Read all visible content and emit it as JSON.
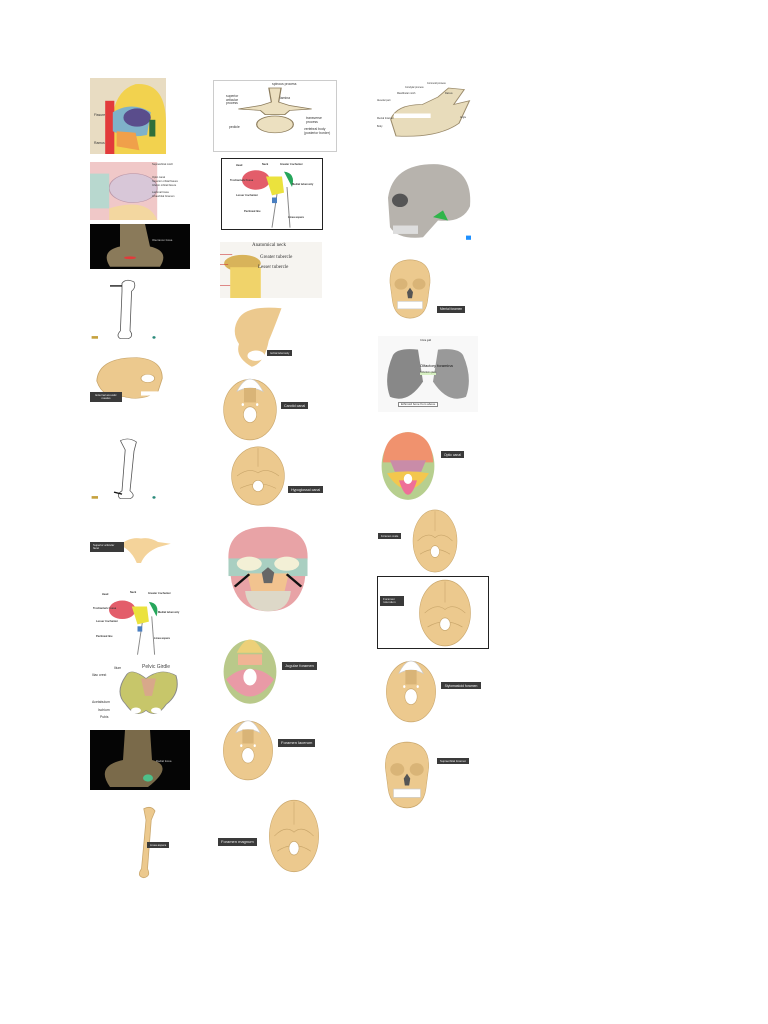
{
  "column1": {
    "skull_lateral_colored": {
      "labels": [
        "Fissure",
        "Ramus"
      ]
    },
    "orbit_diagram": {
      "labels": [
        "Supraorbital notch",
        "Optic canal",
        "Superior orbital fissure",
        "Inferior orbital fissure",
        "Lacrimal fossa",
        "Infraorbital foramen"
      ]
    },
    "elbow_posterior": {
      "label": "Olecranon fossa"
    },
    "lateral_skull": {
      "label": "External acoustic meatus"
    },
    "atlas": {
      "label": "Superior articular facet"
    },
    "femur_colored": {
      "labels": [
        "Head",
        "Neck",
        "Greater trochanter",
        "Trochanteric fossa",
        "Lesser trochanter",
        "Medial tuberosity",
        "Pectineal line",
        "Linea aspera"
      ]
    },
    "pelvic_girdle": {
      "title": "Pelvic Girdle",
      "labels": [
        "Ilium",
        "Iliac crest",
        "Acetabulum",
        "Ischium",
        "Pubis"
      ]
    },
    "elbow_anterior": {
      "label": "Radial fossa"
    },
    "femur": {
      "label": "Linea aspera"
    }
  },
  "column2": {
    "vertebra": {
      "labels": [
        "spinous process",
        "lamina",
        "superior articular process",
        "transverse process",
        "pedicle",
        "vertebral body (posterior border)"
      ]
    },
    "femur_proximal": {
      "labels": [
        "Head",
        "Neck",
        "Greater trochanter",
        "Trochanteric fossa",
        "Lesser trochanter",
        "Medial tuberosity",
        "Pectineal line",
        "Linea aspera"
      ]
    },
    "humerus_head": {
      "labels": [
        "Anatomical neck",
        "Greater tubercle",
        "Lesser tubercle"
      ]
    },
    "hip_bone": {
      "label": "Ischial tuberosity"
    },
    "skull_inferior_1": {
      "label": "Carotid canal"
    },
    "cranial_base_1": {
      "label": "Hypoglossal canal"
    },
    "skull_inferior_colored": {
      "label": "Jugular foramen"
    },
    "skull_inferior_2": {
      "label": "Foramen lacerum"
    },
    "cranial_base_2": {
      "label": "Foramen magnum"
    }
  },
  "column3": {
    "mandible": {
      "labels": [
        "Coronoid process",
        "Condylar process",
        "Mandibular notch",
        "Alveolar part",
        "Mental foramen",
        "Body",
        "Angle",
        "Ramus"
      ]
    },
    "skull_front_1": {
      "label": "Mental foramen"
    },
    "ethmoid": {
      "labels": [
        "Crista galli",
        "Olfactory foramina",
        "Cribriform plate"
      ],
      "caption": "Ethmoid bone from above"
    },
    "cranial_colored": {
      "label": "Optic canal"
    },
    "cranial_base_3": {
      "label": "Foramen ovale"
    },
    "cranial_base_4": {
      "label": "Foramen rotundum"
    },
    "skull_inferior_3": {
      "label": "Stylomastoid foramen"
    },
    "skull_front_2": {
      "label": "Supraorbital foramen"
    }
  },
  "colors": {
    "bone": "#ecc98e",
    "label_bg": "#3a3a3a"
  }
}
